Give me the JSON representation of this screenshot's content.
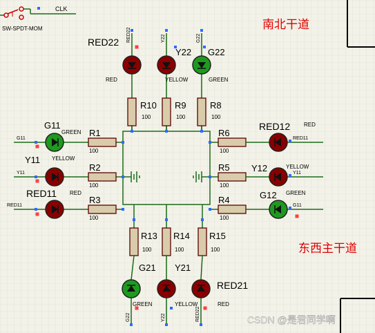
{
  "switch": {
    "ref": "CLK",
    "model": "SW-SPDT-MOM"
  },
  "labels": {
    "ns_road": "南北干道",
    "ew_road": "东西主干道"
  },
  "watermark": "CSDN @是君同学啊",
  "top_leds": [
    {
      "ref": "RED22",
      "type": "RED",
      "net": "RED22"
    },
    {
      "ref": "Y22",
      "type": "YELLOW",
      "net": "Y22"
    },
    {
      "ref": "G22",
      "type": "GREEN",
      "net": "G22"
    }
  ],
  "bottom_leds": [
    {
      "ref": "G21",
      "type": "GREEN",
      "net": "G22"
    },
    {
      "ref": "Y21",
      "type": "YELLOW",
      "net": "Y22"
    },
    {
      "ref": "RED21",
      "type": "RED",
      "net": "RED22"
    }
  ],
  "left_leds": [
    {
      "ref": "G11",
      "type": "GREEN",
      "net": "G11"
    },
    {
      "ref": "Y11",
      "type": "YELLOW",
      "net": "Y11"
    },
    {
      "ref": "RED11",
      "type": "RED",
      "net": "RED11"
    }
  ],
  "right_leds": [
    {
      "ref": "RED12",
      "type": "RED",
      "net": "RED11"
    },
    {
      "ref": "Y12",
      "type": "YELLOW",
      "net": "Y11"
    },
    {
      "ref": "G12",
      "type": "GREEN",
      "net": "G11"
    }
  ],
  "top_resistors": [
    {
      "ref": "R10",
      "value": "100"
    },
    {
      "ref": "R9",
      "value": "100"
    },
    {
      "ref": "R8",
      "value": "100"
    }
  ],
  "bottom_resistors": [
    {
      "ref": "R13",
      "value": "100"
    },
    {
      "ref": "R14",
      "value": "100"
    },
    {
      "ref": "R15",
      "value": "100"
    }
  ],
  "left_resistors": [
    {
      "ref": "R1",
      "value": "100"
    },
    {
      "ref": "R2",
      "value": "100"
    },
    {
      "ref": "R3",
      "value": "100"
    }
  ],
  "right_resistors": [
    {
      "ref": "R6",
      "value": "100"
    },
    {
      "ref": "R5",
      "value": "100"
    },
    {
      "ref": "R4",
      "value": "100"
    }
  ],
  "colors": {
    "background": "#f2f2e8",
    "grid": "#d9d9cf",
    "wire": "#1a6b1a",
    "resistor_fill": "#d9ccaa",
    "led_red": "#8a0000",
    "led_green": "#1e9a1e",
    "annotation": "#e00000"
  }
}
